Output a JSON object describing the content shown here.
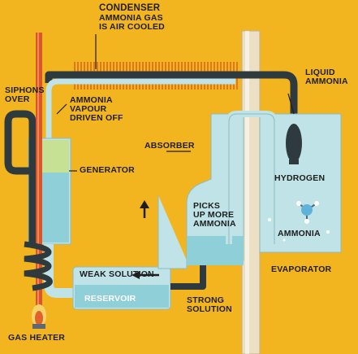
{
  "labels": {
    "condenser": "CONDENSER",
    "ammonia_gas_line1": "AMMONIA GAS",
    "ammonia_gas_line2": "IS AIR COOLED",
    "liquid_ammonia_line1": "LIQUID",
    "liquid_ammonia_line2": "AMMONIA",
    "siphons_line1": "SIPHONS",
    "siphons_line2": "OVER",
    "vapour_line1": "AMMONIA",
    "vapour_line2": "VAPOUR",
    "vapour_line3": "DRIVEN OFF",
    "absorber": "ABSORBER",
    "hydrogen": "HYDROGEN",
    "generator": "GENERATOR",
    "picks_line1": "PICKS",
    "picks_line2": "UP MORE",
    "picks_line3": "AMMONIA",
    "ammonia": "AMMONIA",
    "weak_solution": "WEAK SOLUTION",
    "evaporator": "EVAPORATOR",
    "reservoir": "RESERVOIR",
    "strong_line1": "STRONG",
    "strong_line2": "SOLUTION",
    "gas_heater": "GAS HEATER"
  },
  "colors": {
    "background": "#f2b51f",
    "vessel_light": "#bfe3e6",
    "vessel_liquid": "#8fcfd8",
    "pipe_dark": "#2f3a3e",
    "heater_flue": "#d8562a",
    "condenser_fins": "#d86a22",
    "vapour_green": "#c7e08a",
    "evaporator_tube": "#e8dcc0"
  },
  "icons": {
    "flow_arrow": "up-arrow-icon",
    "weak_arrow": "left-arrow-icon",
    "molecule": "ammonia-molecule-icon",
    "flame": "gas-flame-icon"
  }
}
